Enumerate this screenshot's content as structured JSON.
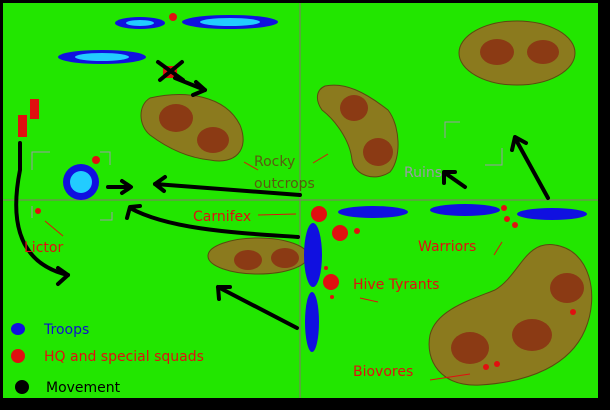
{
  "labels": {
    "rocky_line1": "Rocky",
    "rocky_line2": "outcrops",
    "ruins": "Ruins",
    "carnifex": "Carnifex",
    "warriors": "Warriors",
    "lictor": "Lictor",
    "hive_tyrants": "Hive Tyrants",
    "biovores": "Biovores"
  },
  "legend": [
    {
      "label": "Troops",
      "color": "#1010e0",
      "text_color": "#1010d0"
    },
    {
      "label": "HQ and special squads",
      "color": "#e01010",
      "text_color": "#e01010"
    },
    {
      "label": "Movement",
      "color": "#000000",
      "text_color": "#000000"
    }
  ],
  "colors": {
    "field": "#22e600",
    "terrain": "#8b7a1e",
    "terrain_spot": "#8b3a14",
    "troops": "#1010e0",
    "troops_inner": "#22ccff",
    "hq": "#e01010",
    "movement": "#000000"
  }
}
